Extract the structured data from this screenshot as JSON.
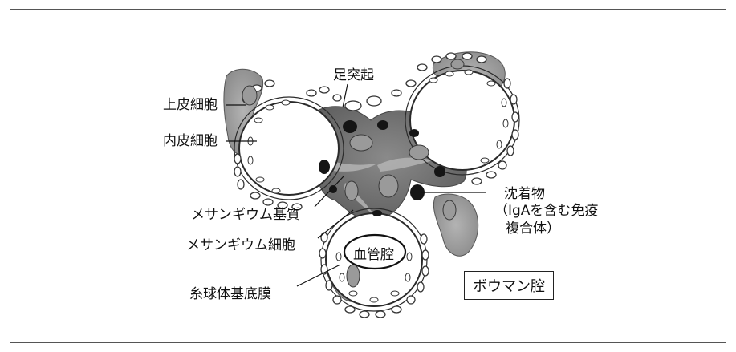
{
  "figure": {
    "labels": {
      "podocyte_process": "足突起",
      "epithelial_cell": "上皮細胞",
      "endothelial_cell": "内皮細胞",
      "mesangial_matrix": "メサンギウム基質",
      "mesangial_cell": "メサンギウム細胞",
      "basement_membrane": "糸球体基底膜",
      "deposit_line1": "沈着物",
      "deposit_line2": "（IgAを含む免疫",
      "deposit_line3": "複合体）",
      "capillary_lumen": "血管腔",
      "bowman_space": "ボウマン腔"
    },
    "colors": {
      "mesangium": "#6f6f6f",
      "matrix": "#a9a9a9",
      "deposit": "#151515",
      "capillary_wall": "#2a2a2a",
      "epithelium": "#8c8c8c"
    }
  }
}
